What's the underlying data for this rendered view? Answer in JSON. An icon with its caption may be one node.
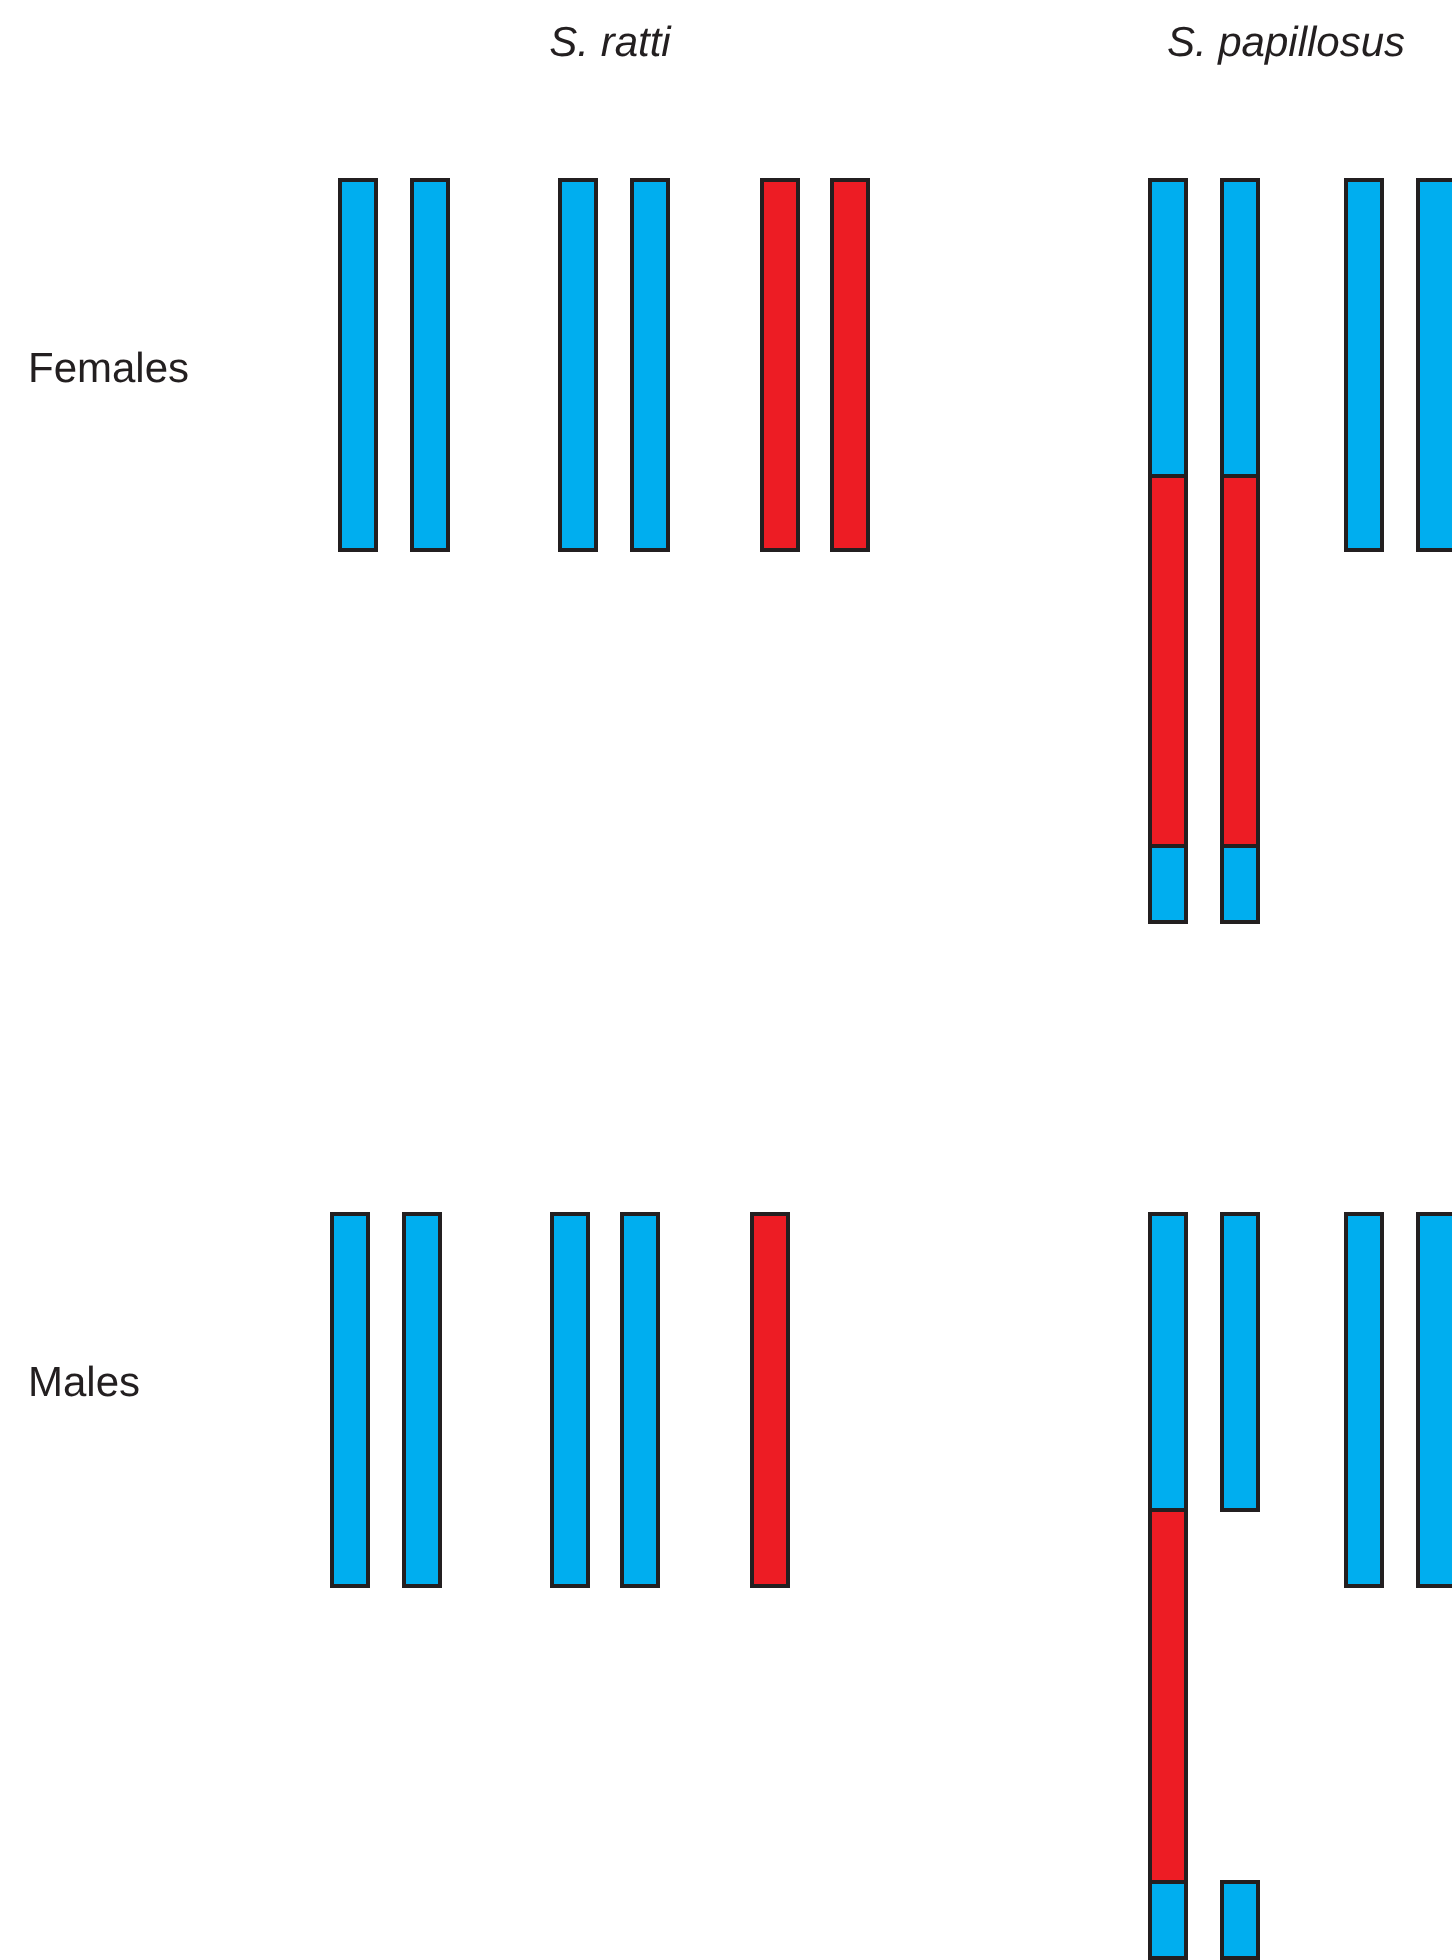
{
  "diagram": {
    "labels": [
      "S. ratti",
      "S. papillosus",
      "Females",
      "Males"
    ]
  }
}
